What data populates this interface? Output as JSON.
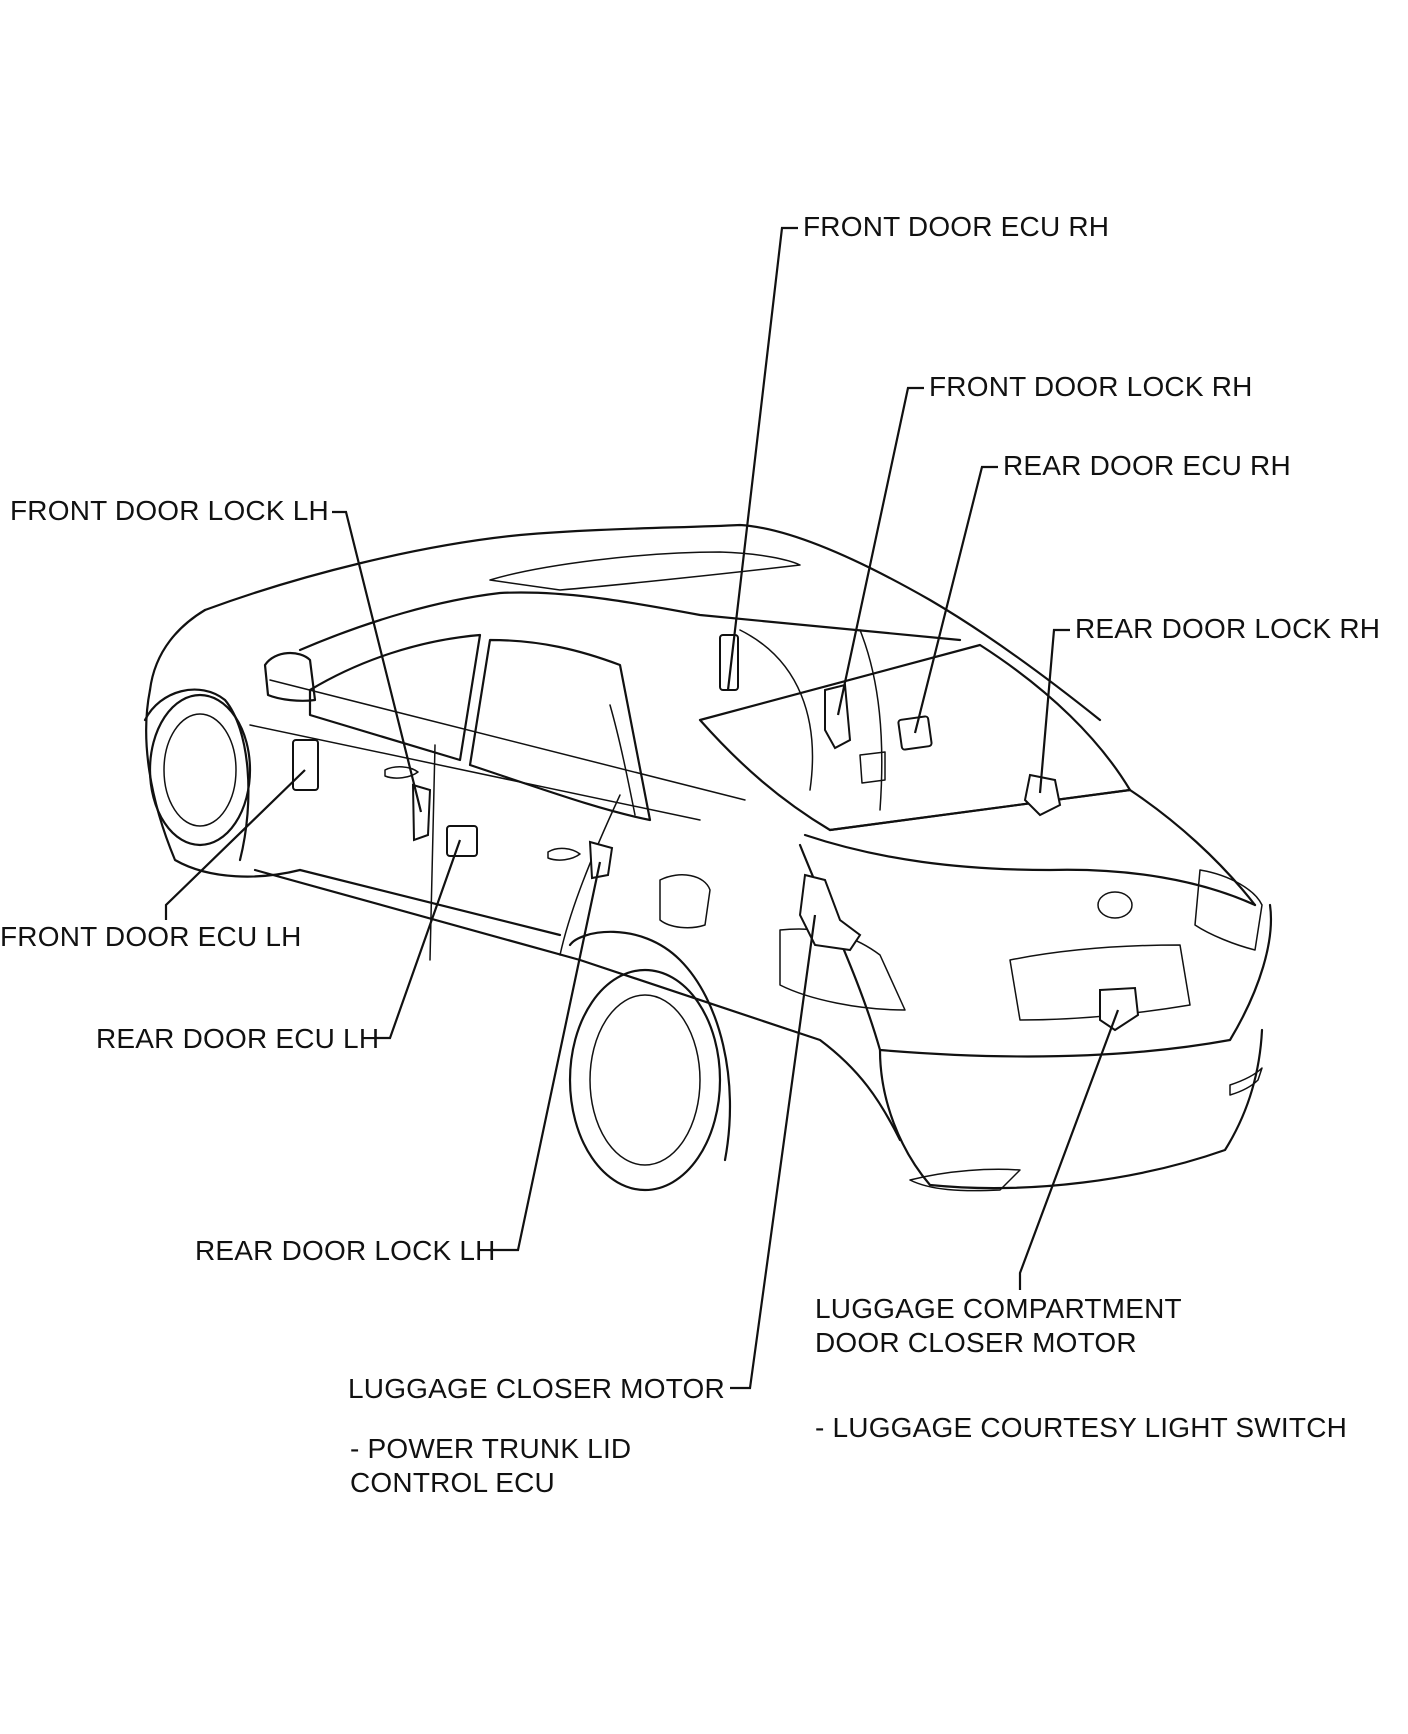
{
  "labels": {
    "front_door_ecu_rh": "FRONT DOOR ECU RH",
    "front_door_lock_rh": "FRONT DOOR LOCK RH",
    "rear_door_ecu_rh": "REAR DOOR ECU RH",
    "rear_door_lock_rh": "REAR DOOR LOCK RH",
    "front_door_lock_lh": "FRONT DOOR LOCK LH",
    "front_door_ecu_lh": "FRONT DOOR ECU LH",
    "rear_door_ecu_lh": "REAR DOOR ECU LH",
    "rear_door_lock_lh": "REAR DOOR LOCK LH",
    "luggage_compartment_line1": "LUGGAGE COMPARTMENT",
    "luggage_compartment_line2": "DOOR CLOSER MOTOR",
    "luggage_courtesy_switch": "- LUGGAGE COURTESY LIGHT SWITCH",
    "luggage_closer_motor": "LUGGAGE CLOSER MOTOR",
    "power_trunk_line1": "- POWER TRUNK LID",
    "power_trunk_line2": "CONTROL ECU"
  }
}
